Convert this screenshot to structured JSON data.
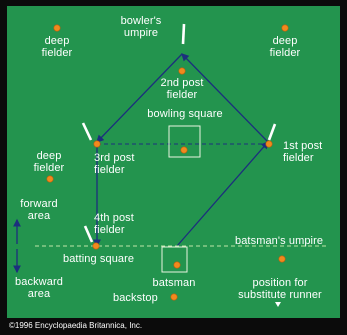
{
  "labels": {
    "deep_fielder_top_left": "deep\nfielder",
    "bowlers_umpire": "bowler's\numpire",
    "deep_fielder_top_right": "deep\nfielder",
    "second_post_fielder": "2nd post\nfielder",
    "bowling_square": "bowling square",
    "deep_fielder_left": "deep\nfielder",
    "third_post_fielder": "3rd post\nfielder",
    "first_post_fielder": "1st post\nfielder",
    "forward_area": "forward\narea",
    "fourth_post_fielder": "4th post\nfielder",
    "batsmans_umpire": "batsman's umpire",
    "batting_square": "batting square",
    "backward_area": "backward\narea",
    "batsman": "batsman",
    "backstop": "backstop",
    "substitute_position": "position for\nsubstitute runner"
  },
  "copyright": "©1996 Encyclopaedia Britannica, Inc.",
  "colors": {
    "field": "#23944e",
    "line": "#1c2f7d",
    "dot": "#f08a1e",
    "text": "#ffffff"
  }
}
